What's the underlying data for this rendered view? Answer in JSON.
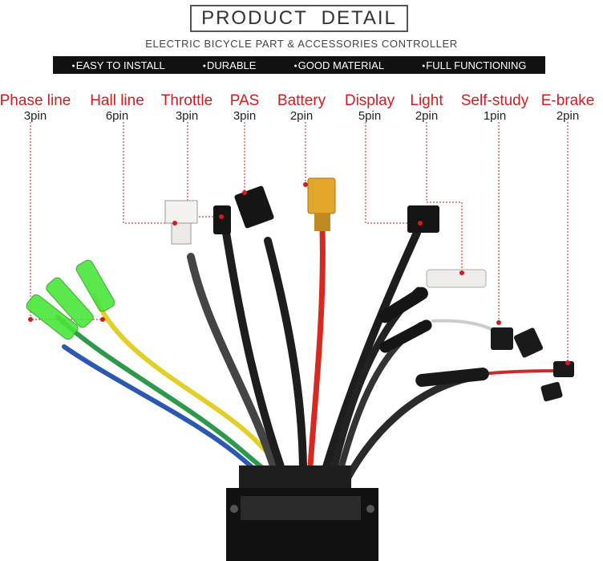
{
  "header": {
    "title": "PRODUCT  DETAIL",
    "subtitle": "ELECTRIC BICYCLE PART & ACCESSORIES CONTROLLER"
  },
  "features": [
    {
      "label": "EASY TO INSTALL"
    },
    {
      "label": "DURABLE"
    },
    {
      "label": "GOOD MATERIAL"
    },
    {
      "label": "FULL FUNCTIONING"
    }
  ],
  "connectors": [
    {
      "name": "Phase line",
      "pins": "3pin"
    },
    {
      "name": "Hall line",
      "pins": "6pin"
    },
    {
      "name": "Throttle",
      "pins": "3pin"
    },
    {
      "name": "PAS",
      "pins": "3pin"
    },
    {
      "name": "Battery",
      "pins": "2pin"
    },
    {
      "name": "Display",
      "pins": "5pin"
    },
    {
      "name": "Light",
      "pins": "2pin"
    },
    {
      "name": "Self-study",
      "pins": "1pin"
    },
    {
      "name": "E-brake",
      "pins": "2pin"
    }
  ],
  "colors": {
    "label_red": "#d61a1f",
    "feature_bar": "#111111",
    "phase_green": "#3ee62a"
  }
}
